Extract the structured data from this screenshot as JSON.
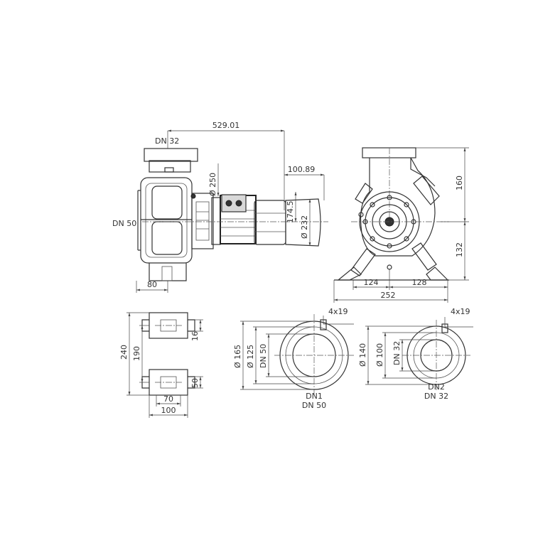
{
  "side_view": {
    "dim_length": "529.01",
    "dim_motor_offset": "100.89",
    "discharge_label": "DN 32",
    "suction_label": "DN 50",
    "dim_fan_dia": "Ø 250",
    "dim_motor_height": "174.5",
    "dim_motor_dia": "Ø 232",
    "dim_base": "80"
  },
  "front_view": {
    "dim_top": "160",
    "dim_bottom": "132",
    "dim_left": "124",
    "dim_right": "128",
    "dim_width": "252"
  },
  "foot_view": {
    "dim_height_total": "240",
    "dim_height_holes": "190",
    "dim_top_thickness": "16",
    "dim_bottom_thickness": "50",
    "dim_inner_width": "70",
    "dim_outer_width": "100"
  },
  "flange_dn1": {
    "bolts": "4x19",
    "dim_outer": "Ø 165",
    "dim_bolt_circle": "Ø 125",
    "dim_bore": "DN 50",
    "name": "DN1",
    "size": "DN 50"
  },
  "flange_dn2": {
    "bolts": "4x19",
    "dim_outer": "Ø 140",
    "dim_bolt_circle": "Ø 100",
    "dim_bore": "DN 32",
    "name": "DN2",
    "size": "DN 32"
  }
}
